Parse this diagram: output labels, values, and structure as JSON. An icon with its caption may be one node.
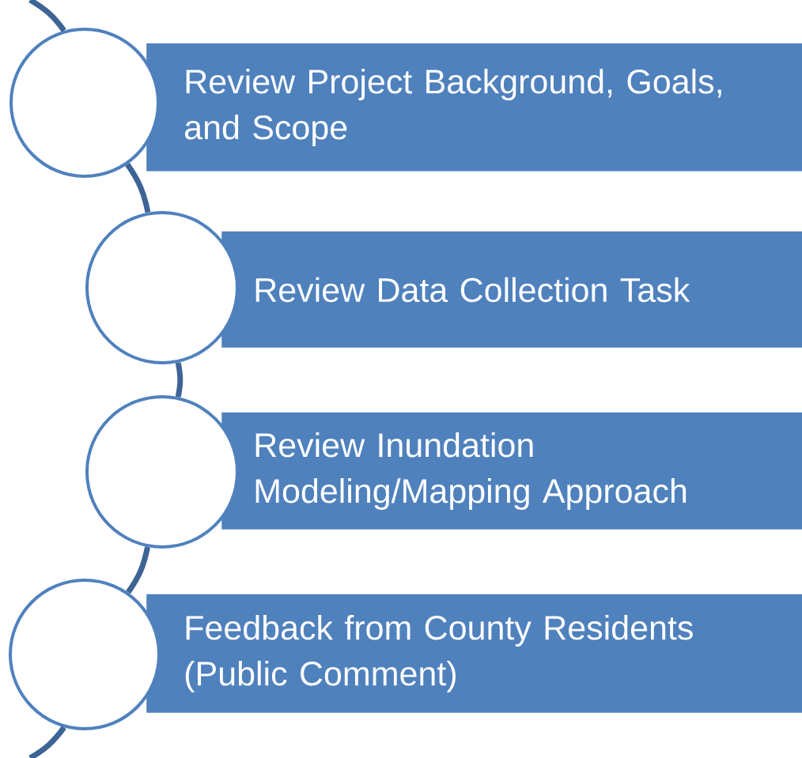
{
  "diagram": {
    "nodes": [
      {
        "text": [],
        "shape": "circle"
      },
      {
        "text": [
          "Review Project Background, Goals, and Scope"
        ]
      },
      {
        "text": [],
        "shape": "circle"
      },
      {
        "text": [
          "Review Data Collection Task"
        ]
      },
      {
        "text": [],
        "shape": "circle"
      },
      {
        "text": [
          "Review Inundation Modeling/Mapping Approach"
        ]
      },
      {
        "text": [],
        "shape": "circle"
      },
      {
        "text": [
          "Feedback from County Residents (Public Comment)"
        ]
      }
    ],
    "edges": [
      {
        "from": null,
        "to": 0,
        "arrow": "none"
      },
      {
        "from": 0,
        "to": 2,
        "arrow": "none"
      },
      {
        "from": 2,
        "to": 4,
        "arrow": "none"
      },
      {
        "from": 4,
        "to": 6,
        "arrow": "none"
      },
      {
        "from": 6,
        "to": null,
        "arrow": "none"
      }
    ]
  }
}
